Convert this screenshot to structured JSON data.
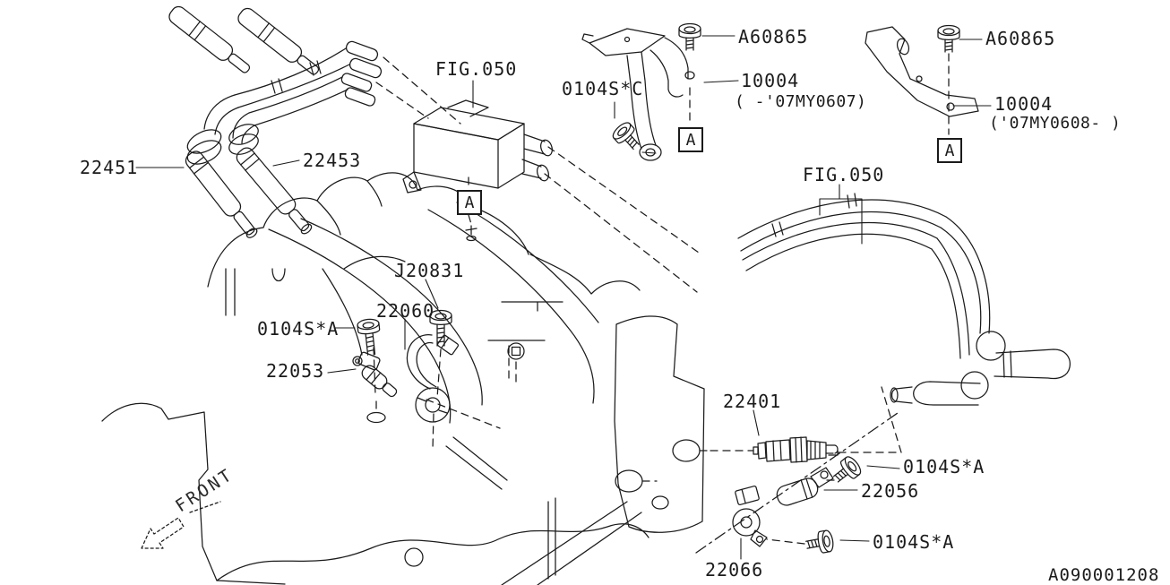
{
  "diagram": {
    "figure_refs": {
      "top": "FIG.050",
      "right": "FIG.050"
    },
    "markers": {
      "letter": "A"
    },
    "parts": {
      "wire_22451": "22451",
      "wire_22453": "22453",
      "bolt_a60865_center": "A60865",
      "bolt_a60865_right": "A60865",
      "bolt_0104s_c": "0104S*C",
      "bracket_early": {
        "number": "10004",
        "range": "( -'07MY0607)"
      },
      "bracket_late": {
        "number": "10004",
        "range": "('07MY0608- )"
      },
      "bolt_j20831": "J20831",
      "knock_sensor_22060": "22060",
      "bolt_0104s_a_mid": "0104S*A",
      "crank_sensor_22053": "22053",
      "spark_plug_22401": "22401",
      "bolt_0104s_a_cam": "0104S*A",
      "cam_sensor_22056": "22056",
      "bolt_0104s_a_66": "0104S*A",
      "sensor_22066": "22066"
    },
    "front_label": "FRONT",
    "doc_id": "A090001208"
  }
}
